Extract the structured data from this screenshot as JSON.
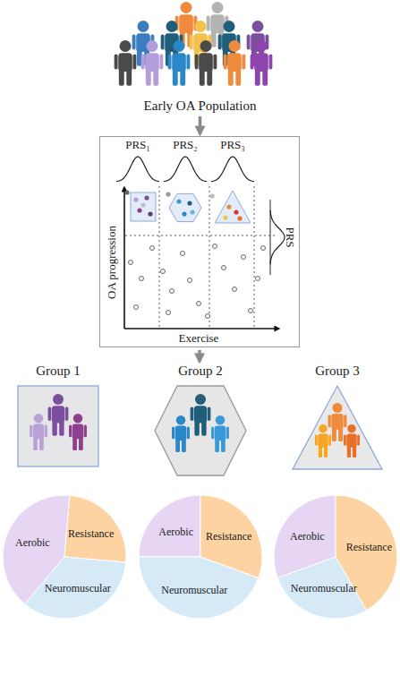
{
  "diagram": {
    "nodes": [
      {
        "text": [
          "Early OA Population"
        ]
      },
      {
        "text": [
          "PRS₁",
          "PRS₂",
          "PRS₃",
          "OA progression",
          "Exercise",
          "PRS"
        ]
      },
      {
        "text": [
          "Group 1"
        ]
      },
      {
        "text": [
          "Group 2"
        ]
      },
      {
        "text": [
          "Group 3"
        ]
      },
      {
        "text": [
          "Aerobic",
          "Resistance",
          "Neuromuscular"
        ]
      },
      {
        "text": [
          "Aerobic",
          "Resistance",
          "Neuromuscular"
        ]
      },
      {
        "text": [
          "Aerobic",
          "Resistance",
          "Neuromuscular"
        ]
      }
    ],
    "edges": [
      {
        "from": 0,
        "to": 1,
        "arrow": "to"
      },
      {
        "from": 1,
        "to": 3,
        "arrow": "to"
      }
    ]
  }
}
